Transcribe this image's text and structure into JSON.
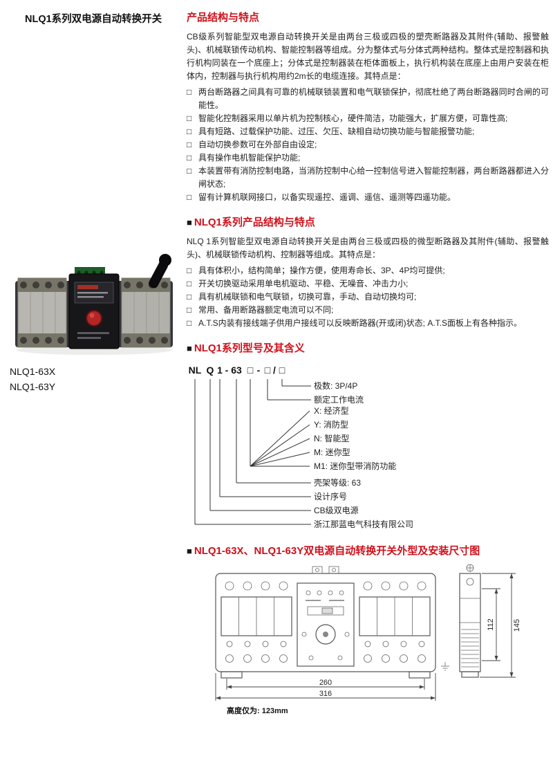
{
  "ui": {
    "bullet_marker": "□",
    "section_marker": "■"
  },
  "left": {
    "title": "NLQ1系列双电源自动转换开关",
    "product_labels": [
      "NLQ1-63X",
      "NLQ1-63Y"
    ]
  },
  "section1": {
    "heading": "产品结构与特点",
    "intro": "CB级系列智能型双电源自动转换开关是由两台三极或四极的塑壳断路器及其附件(辅助、报警触头)、机械联锁传动机构、智能控制器等组成。分为整体式与分体式两种结构。整体式是控制器和执行机构同装在一个底座上；分体式是控制器装在柜体面板上，执行机构装在底座上由用户安装在柜体内，控制器与执行机构用约2m长的电缆连接。其特点是：",
    "bullets": [
      "两台断路器之间具有可靠的机械联锁装置和电气联锁保护，彻底杜绝了两台断路器同时合闸的可能性。",
      "智能化控制器采用以单片机为控制核心，硬件简洁，功能强大，扩展方便，可靠性高;",
      "具有短路、过载保护功能、过压、欠压、缺相自动切换功能与智能报警功能;",
      "自动切换参数可在外部自由设定;",
      "具有操作电机智能保护功能;",
      "本装置带有消防控制电路，当消防控制中心给一控制信号进入智能控制器，两台断路器都进入分闸状态;",
      "留有计算机联网接口，以备实现遥控、遥调、遥信、遥测等四遥功能。"
    ]
  },
  "section2": {
    "heading": "NLQ1系列产品结构与特点",
    "intro": "NLQ 1系列智能型双电源自动转换开关是由两台三极或四极的微型断路器及其附件(辅助、报警触头)、机械联锁传动机构、控制器等组成。其特点是：",
    "bullets": [
      "具有体积小，结构简单；操作方便，使用寿命长、3P、4P均可提供;",
      "开关切换驱动采用单电机驱动、平稳、无噪音、冲击力小;",
      "具有机械联锁和电气联锁，切换可靠，手动、自动切换均可;",
      "常用、备用断路器额定电流可以不同;",
      "A.T.S内装有接线端子供用户接线可以反映断路器(开或闭)状态; A.T.S面板上有各种指示。"
    ]
  },
  "section3": {
    "heading": "NLQ1系列型号及其含义",
    "model": [
      "NL",
      "Q",
      "1",
      "-",
      "63",
      "□",
      "-",
      "□",
      "/",
      "□"
    ],
    "labels": {
      "poles": "极数: 3P/4P",
      "current": "额定工作电流",
      "type_x": "X: 经济型",
      "type_y": "Y: 消防型",
      "type_n": "N: 智能型",
      "type_m": "M: 迷你型",
      "type_m1": "M1: 迷你型带消防功能",
      "frame": "壳架等级: 63",
      "design": "设计序号",
      "cb": "CB级双电源",
      "company": "浙江那蓝电气科技有限公司"
    }
  },
  "section4": {
    "heading": "NLQ1-63X、NLQ1-63Y双电源自动转换开关外型及安装尺寸图",
    "dims": {
      "inner_width": "260",
      "outer_width": "316",
      "height_inner": "112",
      "height_outer": "145"
    },
    "note": "高度仅为: 123mm"
  }
}
